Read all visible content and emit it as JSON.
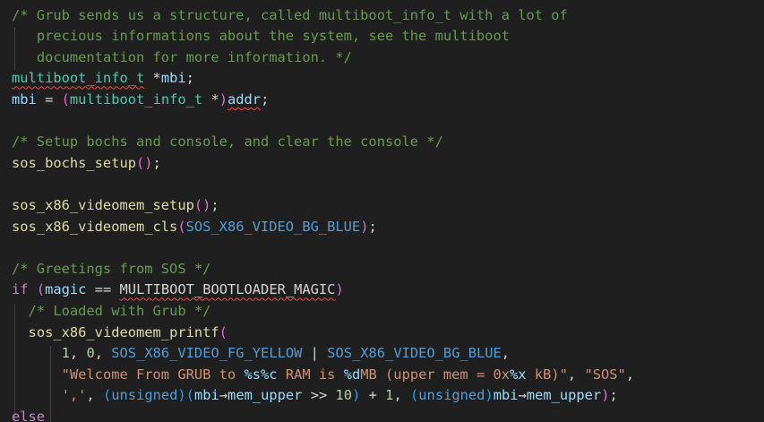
{
  "editor": {
    "language": "c",
    "colors": {
      "background": "#1f1f1f",
      "comment": "#6a9955",
      "function": "#dcdcaa",
      "type": "#4ec9b0",
      "variable": "#9cdcfe",
      "keyword": "#c586c0",
      "macro": "#569cd6",
      "number": "#b5cea8",
      "string": "#ce9178",
      "bracket_level_1": "#da70d6",
      "bracket_level_2": "#179fff",
      "bracket_level_3": "#ffd700",
      "error_squiggle": "#f14c4c"
    },
    "lines": [
      {
        "tokens": [
          {
            "t": "/* Grub sends us a structure, called multiboot_info_t with a lot of",
            "c": "comment"
          }
        ]
      },
      {
        "indent": "   ",
        "tokens": [
          {
            "t": "precious informations about the system, see the multiboot",
            "c": "comment"
          }
        ]
      },
      {
        "indent": "   ",
        "tokens": [
          {
            "t": "documentation for more information. */",
            "c": "comment"
          }
        ]
      },
      {
        "tokens": [
          {
            "t": "multiboot_info_t",
            "c": "type",
            "err": true
          },
          {
            "t": " *",
            "c": "plain"
          },
          {
            "t": "mbi",
            "c": "var"
          },
          {
            "t": ";",
            "c": "plain"
          }
        ]
      },
      {
        "tokens": [
          {
            "t": "mbi",
            "c": "var"
          },
          {
            "t": " = ",
            "c": "plain"
          },
          {
            "t": "(",
            "c": "p1"
          },
          {
            "t": "multiboot_info_t",
            "c": "type"
          },
          {
            "t": " *",
            "c": "plain"
          },
          {
            "t": ")",
            "c": "p1"
          },
          {
            "t": "addr",
            "c": "var",
            "err": true
          },
          {
            "t": ";",
            "c": "plain"
          }
        ]
      },
      {
        "tokens": []
      },
      {
        "tokens": [
          {
            "t": "/* Setup bochs and console, and clear the console */",
            "c": "comment"
          }
        ]
      },
      {
        "tokens": [
          {
            "t": "sos_bochs_setup",
            "c": "fn"
          },
          {
            "t": "()",
            "c": "p1"
          },
          {
            "t": ";",
            "c": "plain"
          }
        ]
      },
      {
        "tokens": []
      },
      {
        "tokens": [
          {
            "t": "sos_x86_videomem_setup",
            "c": "fn"
          },
          {
            "t": "()",
            "c": "p1"
          },
          {
            "t": ";",
            "c": "plain"
          }
        ]
      },
      {
        "tokens": [
          {
            "t": "sos_x86_videomem_cls",
            "c": "fn"
          },
          {
            "t": "(",
            "c": "p1"
          },
          {
            "t": "SOS_X86_VIDEO_BG_BLUE",
            "c": "macro"
          },
          {
            "t": ")",
            "c": "p1"
          },
          {
            "t": ";",
            "c": "plain"
          }
        ]
      },
      {
        "tokens": []
      },
      {
        "tokens": [
          {
            "t": "/* Greetings from SOS */",
            "c": "comment"
          }
        ]
      },
      {
        "tokens": [
          {
            "t": "if",
            "c": "kw"
          },
          {
            "t": " ",
            "c": "plain"
          },
          {
            "t": "(",
            "c": "p1"
          },
          {
            "t": "magic",
            "c": "var"
          },
          {
            "t": " == ",
            "c": "plain"
          },
          {
            "t": "MULTIBOOT_BOOTLOADER_MAGIC",
            "c": "plain",
            "err": true
          },
          {
            "t": ")",
            "c": "p1"
          }
        ]
      },
      {
        "indent": "  ",
        "tokens": [
          {
            "t": "/* Loaded with Grub */",
            "c": "comment"
          }
        ]
      },
      {
        "indent": "  ",
        "tokens": [
          {
            "t": "sos_x86_videomem_printf",
            "c": "fn"
          },
          {
            "t": "(",
            "c": "p1"
          }
        ]
      },
      {
        "indent": "      ",
        "tokens": [
          {
            "t": "1",
            "c": "num"
          },
          {
            "t": ", ",
            "c": "plain"
          },
          {
            "t": "0",
            "c": "num"
          },
          {
            "t": ", ",
            "c": "plain"
          },
          {
            "t": "SOS_X86_VIDEO_FG_YELLOW",
            "c": "macro"
          },
          {
            "t": " | ",
            "c": "plain"
          },
          {
            "t": "SOS_X86_VIDEO_BG_BLUE",
            "c": "macro"
          },
          {
            "t": ",",
            "c": "plain"
          }
        ]
      },
      {
        "indent": "      ",
        "tokens": [
          {
            "t": "\"Welcome From GRUB to ",
            "c": "str"
          },
          {
            "t": "%s%c",
            "c": "fmt"
          },
          {
            "t": " RAM is ",
            "c": "str"
          },
          {
            "t": "%d",
            "c": "fmt"
          },
          {
            "t": "MB (upper mem = 0x",
            "c": "str"
          },
          {
            "t": "%x",
            "c": "fmt"
          },
          {
            "t": " kB)\"",
            "c": "str"
          },
          {
            "t": ", ",
            "c": "plain"
          },
          {
            "t": "\"SOS\"",
            "c": "str"
          },
          {
            "t": ",",
            "c": "plain"
          }
        ]
      },
      {
        "indent": "      ",
        "tokens": [
          {
            "t": "','",
            "c": "str"
          },
          {
            "t": ", ",
            "c": "plain"
          },
          {
            "t": "(",
            "c": "p2"
          },
          {
            "t": "unsigned",
            "c": "macro"
          },
          {
            "t": ")",
            "c": "p2"
          },
          {
            "t": "(",
            "c": "p2"
          },
          {
            "t": "mbi",
            "c": "var"
          },
          {
            "t": "→",
            "c": "plain"
          },
          {
            "t": "mem_upper",
            "c": "var"
          },
          {
            "t": " >> ",
            "c": "plain"
          },
          {
            "t": "10",
            "c": "num"
          },
          {
            "t": ")",
            "c": "p2"
          },
          {
            "t": " + ",
            "c": "plain"
          },
          {
            "t": "1",
            "c": "num"
          },
          {
            "t": ", ",
            "c": "plain"
          },
          {
            "t": "(",
            "c": "p2"
          },
          {
            "t": "unsigned",
            "c": "macro"
          },
          {
            "t": ")",
            "c": "p2"
          },
          {
            "t": "mbi",
            "c": "var"
          },
          {
            "t": "→",
            "c": "plain"
          },
          {
            "t": "mem_upper",
            "c": "var"
          },
          {
            "t": ")",
            "c": "p1"
          },
          {
            "t": ";",
            "c": "plain"
          }
        ]
      },
      {
        "tokens": [
          {
            "t": "else",
            "c": "kw",
            "err": true
          }
        ]
      }
    ]
  }
}
